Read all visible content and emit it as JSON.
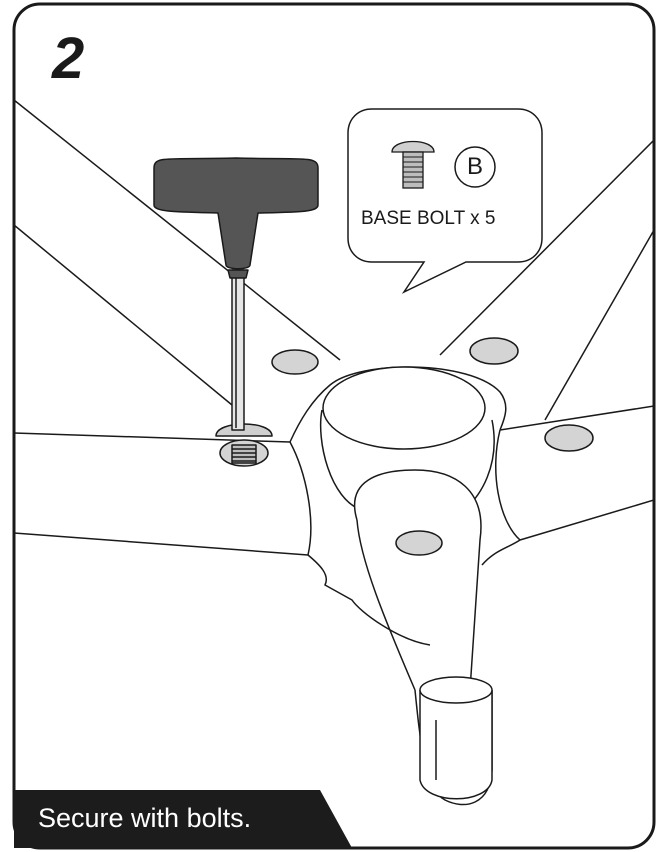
{
  "step": {
    "number": "2"
  },
  "callout": {
    "part_letter": "B",
    "part_label": "BASE BOLT x 5",
    "part_icon": "bolt-icon"
  },
  "caption": {
    "text": "Secure with bolts."
  },
  "colors": {
    "outline": "#1a1a1a",
    "hole_fill": "#d4d4d4",
    "wrench_handle": "#555555",
    "caption_bg": "#1c1c1c",
    "caption_text": "#ffffff"
  }
}
